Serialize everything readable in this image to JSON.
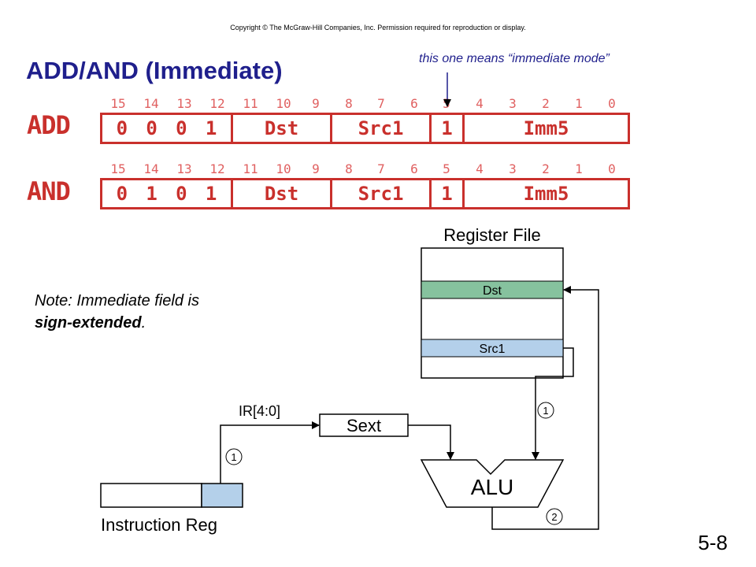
{
  "copyright": "Copyright © The McGraw-Hill Companies, Inc.  Permission required for reproduction or display.",
  "title": "ADD/AND (Immediate)",
  "immediate_note": "this one means “immediate mode”",
  "bit_numbers": [
    "15",
    "14",
    "13",
    "12",
    "11",
    "10",
    "9",
    "8",
    "7",
    "6",
    "5",
    "4",
    "3",
    "2",
    "1",
    "0"
  ],
  "instructions": [
    {
      "name": "ADD",
      "opcode": [
        "0",
        "0",
        "0",
        "1"
      ],
      "dst": "Dst",
      "src1": "Src1",
      "mode": "1",
      "imm": "Imm5"
    },
    {
      "name": "AND",
      "opcode": [
        "0",
        "1",
        "0",
        "1"
      ],
      "dst": "Dst",
      "src1": "Src1",
      "mode": "1",
      "imm": "Imm5"
    }
  ],
  "note": {
    "line1": "Note: Immediate field is",
    "line2_bold": "sign-extended",
    "line2_end": "."
  },
  "diagram": {
    "register_file_label": "Register File",
    "dst_label": "Dst",
    "src1_label": "Src1",
    "sext_label": "Sext",
    "alu_label": "ALU",
    "ir_field_label": "IR[4:0]",
    "instruction_reg_label": "Instruction Reg",
    "step_1": "1",
    "step_2": "2",
    "colors": {
      "dst": "#86c29e",
      "src1": "#b4d0ea",
      "ir_field": "#b4d0ea",
      "instruction": "#c9302c",
      "title": "#1f1f8c"
    }
  },
  "slide_number": "5-8"
}
